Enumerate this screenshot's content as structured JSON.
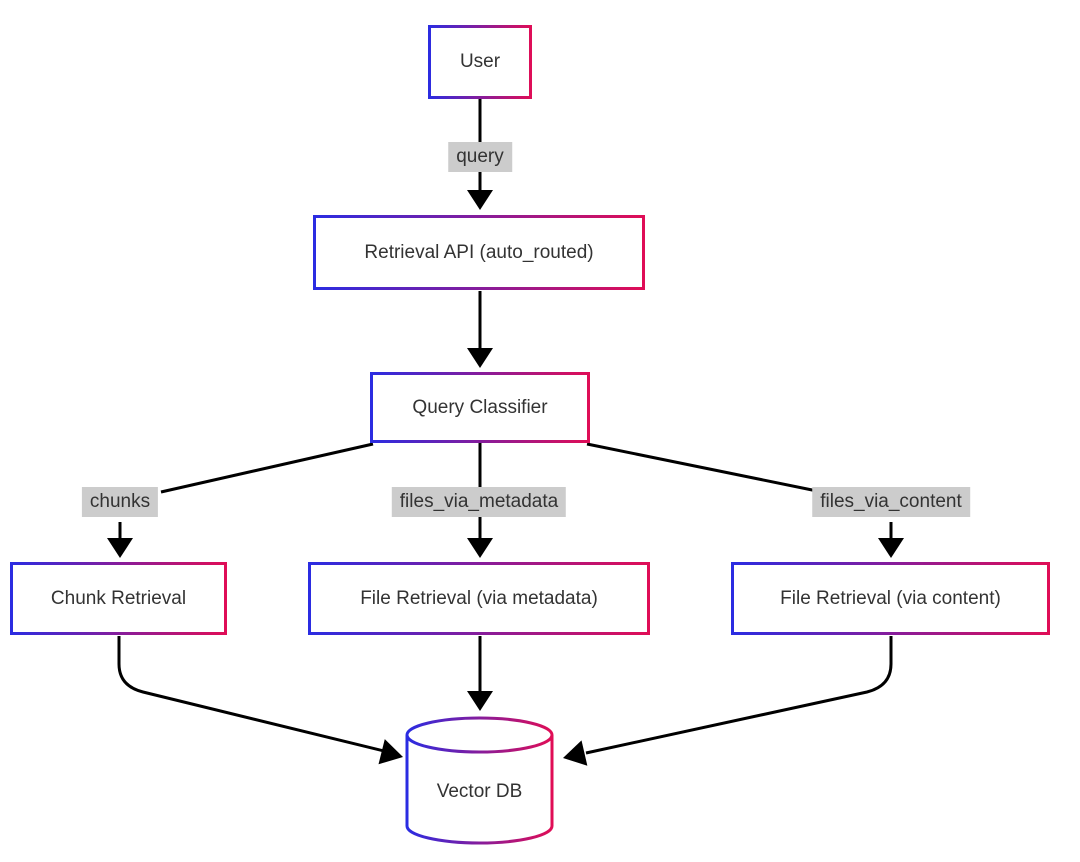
{
  "diagram": {
    "type": "flowchart",
    "direction": "top-down",
    "nodes": [
      {
        "id": "user",
        "label": "User",
        "shape": "rectangle"
      },
      {
        "id": "retrieval_api",
        "label": "Retrieval API (auto_routed)",
        "shape": "rectangle"
      },
      {
        "id": "query_classifier",
        "label": "Query Classifier",
        "shape": "rectangle"
      },
      {
        "id": "chunk_retrieval",
        "label": "Chunk Retrieval",
        "shape": "rectangle"
      },
      {
        "id": "file_retrieval_metadata",
        "label": "File Retrieval (via metadata)",
        "shape": "rectangle"
      },
      {
        "id": "file_retrieval_content",
        "label": "File Retrieval (via content)",
        "shape": "rectangle"
      },
      {
        "id": "vector_db",
        "label": "Vector DB",
        "shape": "cylinder"
      }
    ],
    "edges": [
      {
        "from": "user",
        "to": "retrieval_api",
        "label": "query"
      },
      {
        "from": "retrieval_api",
        "to": "query_classifier",
        "label": ""
      },
      {
        "from": "query_classifier",
        "to": "chunk_retrieval",
        "label": "chunks"
      },
      {
        "from": "query_classifier",
        "to": "file_retrieval_metadata",
        "label": "files_via_metadata"
      },
      {
        "from": "query_classifier",
        "to": "file_retrieval_content",
        "label": "files_via_content"
      },
      {
        "from": "chunk_retrieval",
        "to": "vector_db",
        "label": ""
      },
      {
        "from": "file_retrieval_metadata",
        "to": "vector_db",
        "label": ""
      },
      {
        "from": "file_retrieval_content",
        "to": "vector_db",
        "label": ""
      }
    ],
    "colors": {
      "node_border_gradient_start": "#2a2ce2",
      "node_border_gradient_end": "#e00d56",
      "node_fill": "#ffffff",
      "edge_line": "#000000",
      "edge_label_background": "#cccccc",
      "text": "#333333",
      "background": "#ffffff"
    }
  }
}
